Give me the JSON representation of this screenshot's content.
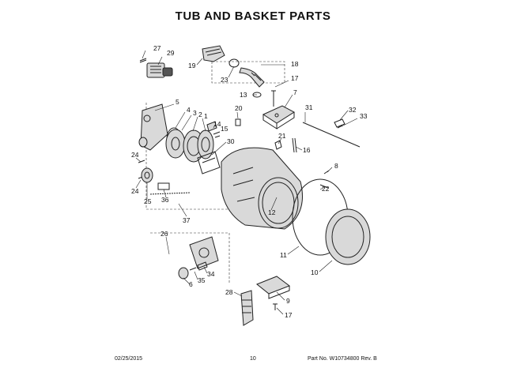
{
  "title": "TUB AND BASKET PARTS",
  "footer": {
    "date": "02/25/2015",
    "page": "10",
    "part_no": "Part No.  W10734800  Rev. B"
  },
  "labels": [
    "27",
    "29",
    "19",
    "18",
    "23",
    "17",
    "13",
    "7",
    "5",
    "4",
    "3",
    "2",
    "1",
    "20",
    "14",
    "15",
    "31",
    "32",
    "33",
    "30",
    "21",
    "16",
    "22",
    "8",
    "24",
    "24",
    "25",
    "36",
    "37",
    "12",
    "26",
    "11",
    "34",
    "35",
    "6",
    "10",
    "28",
    "9",
    "17"
  ]
}
